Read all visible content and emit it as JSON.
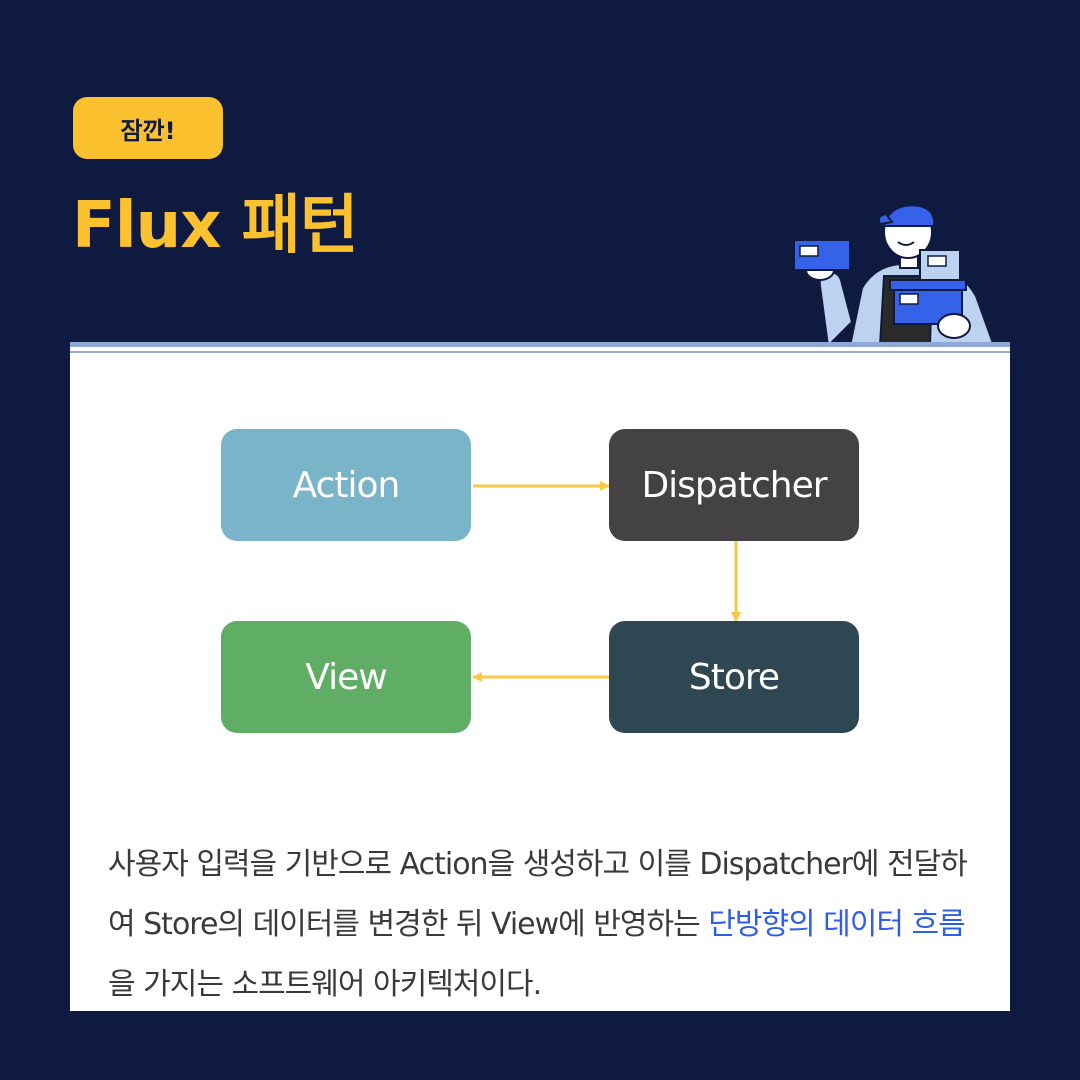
{
  "header": {
    "badge": "잠깐!",
    "title": "Flux 패턴"
  },
  "diagram": {
    "nodes": {
      "action": "Action",
      "dispatcher": "Dispatcher",
      "view": "View",
      "store": "Store"
    },
    "edges": [
      {
        "from": "Action",
        "to": "Dispatcher"
      },
      {
        "from": "Dispatcher",
        "to": "Store"
      },
      {
        "from": "Store",
        "to": "View"
      }
    ],
    "colors": {
      "action": "#7ab4c8",
      "dispatcher": "#444244",
      "view": "#60ae66",
      "store": "#2f4753",
      "arrow": "#f9c846"
    }
  },
  "description": {
    "before": "사용자 입력을 기반으로 Action을 생성하고 이를 Dispatcher에 전달하여 Store의 데이터를 변경한 뒤 View에 반영하는 ",
    "highlight": "단방향의 데이터 흐름",
    "after": "을 가지는 소프트웨어 아키텍처이다."
  },
  "colors": {
    "background": "#0e1a40",
    "accent": "#fcc12e",
    "highlight": "#2f5fe8"
  }
}
